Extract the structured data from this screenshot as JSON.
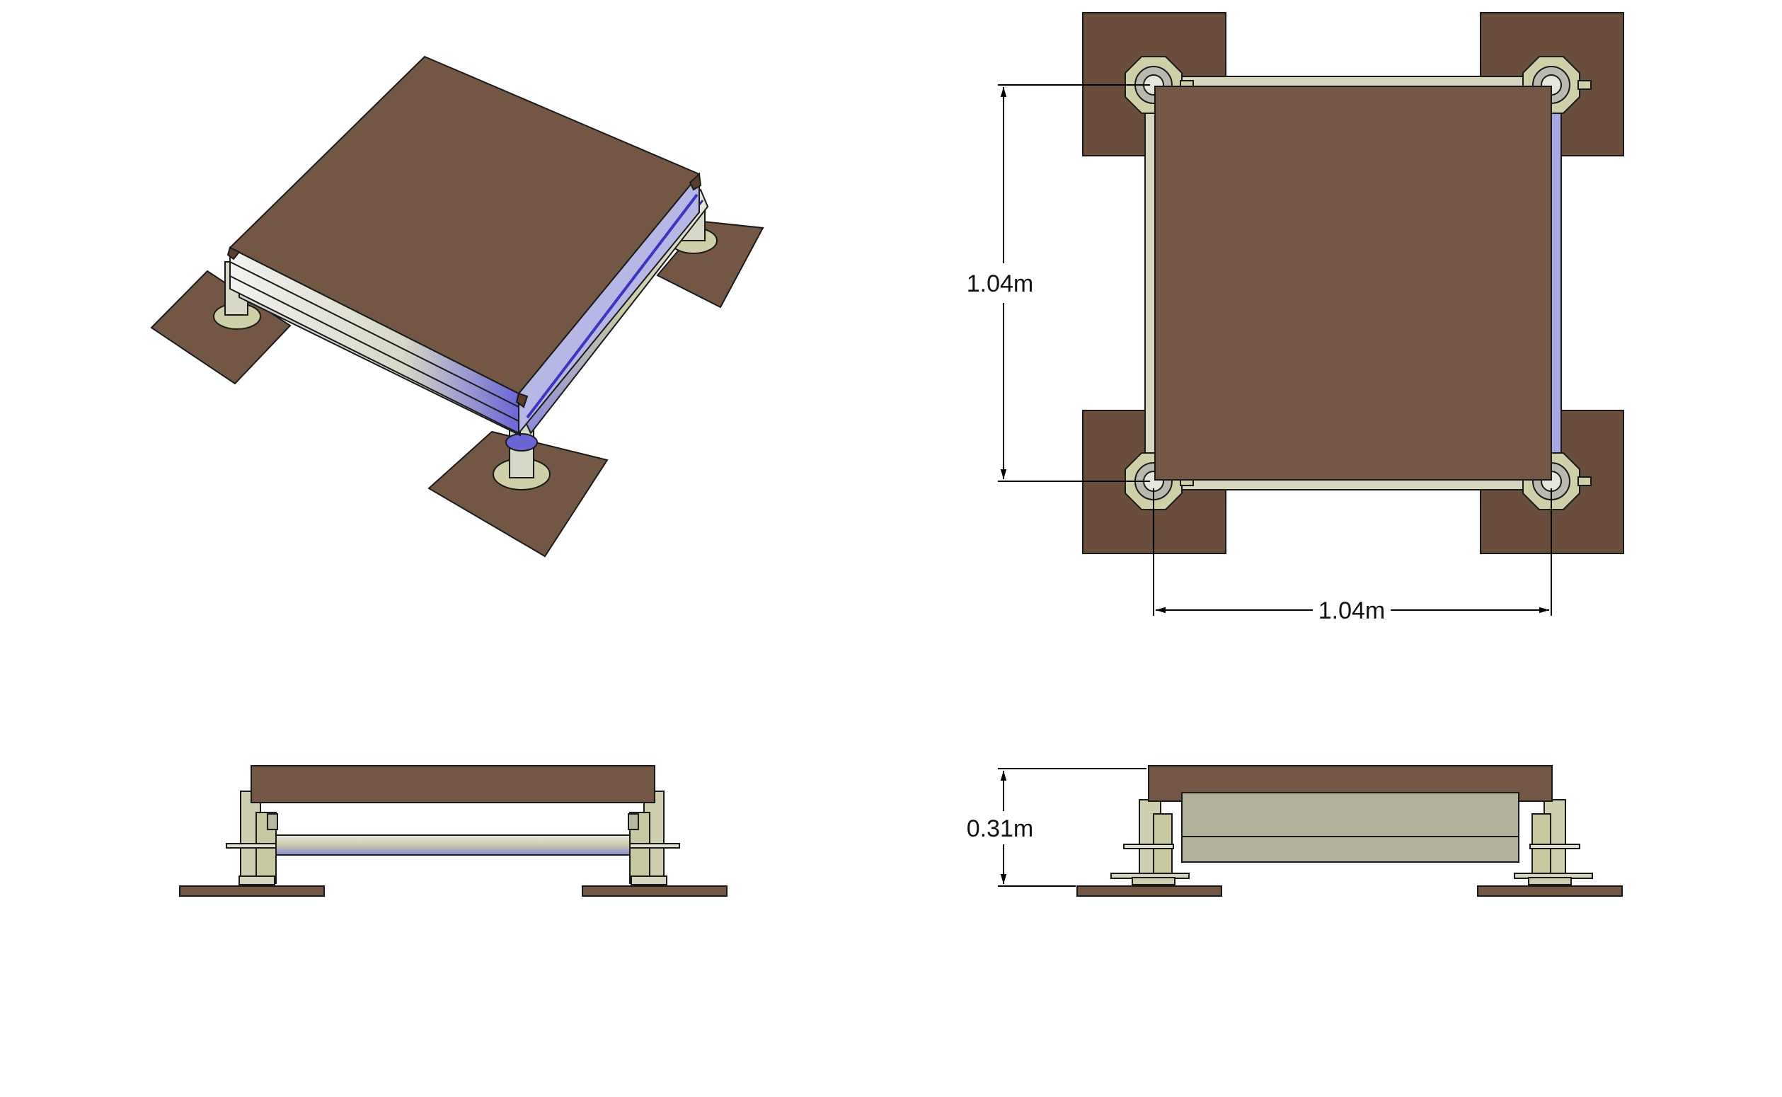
{
  "dimensions": {
    "plan_height": "1.04m",
    "plan_width": "1.04m",
    "side_height": "0.31m"
  },
  "colors": {
    "panel_brown": "#735744",
    "plate_brown": "#6b4d3b",
    "pedestal_khaki": "#c8c8a0",
    "stringer_grey": "#d6d6d0",
    "stringer_blue": "#6b66d8",
    "outline": "#1a1a1a"
  }
}
